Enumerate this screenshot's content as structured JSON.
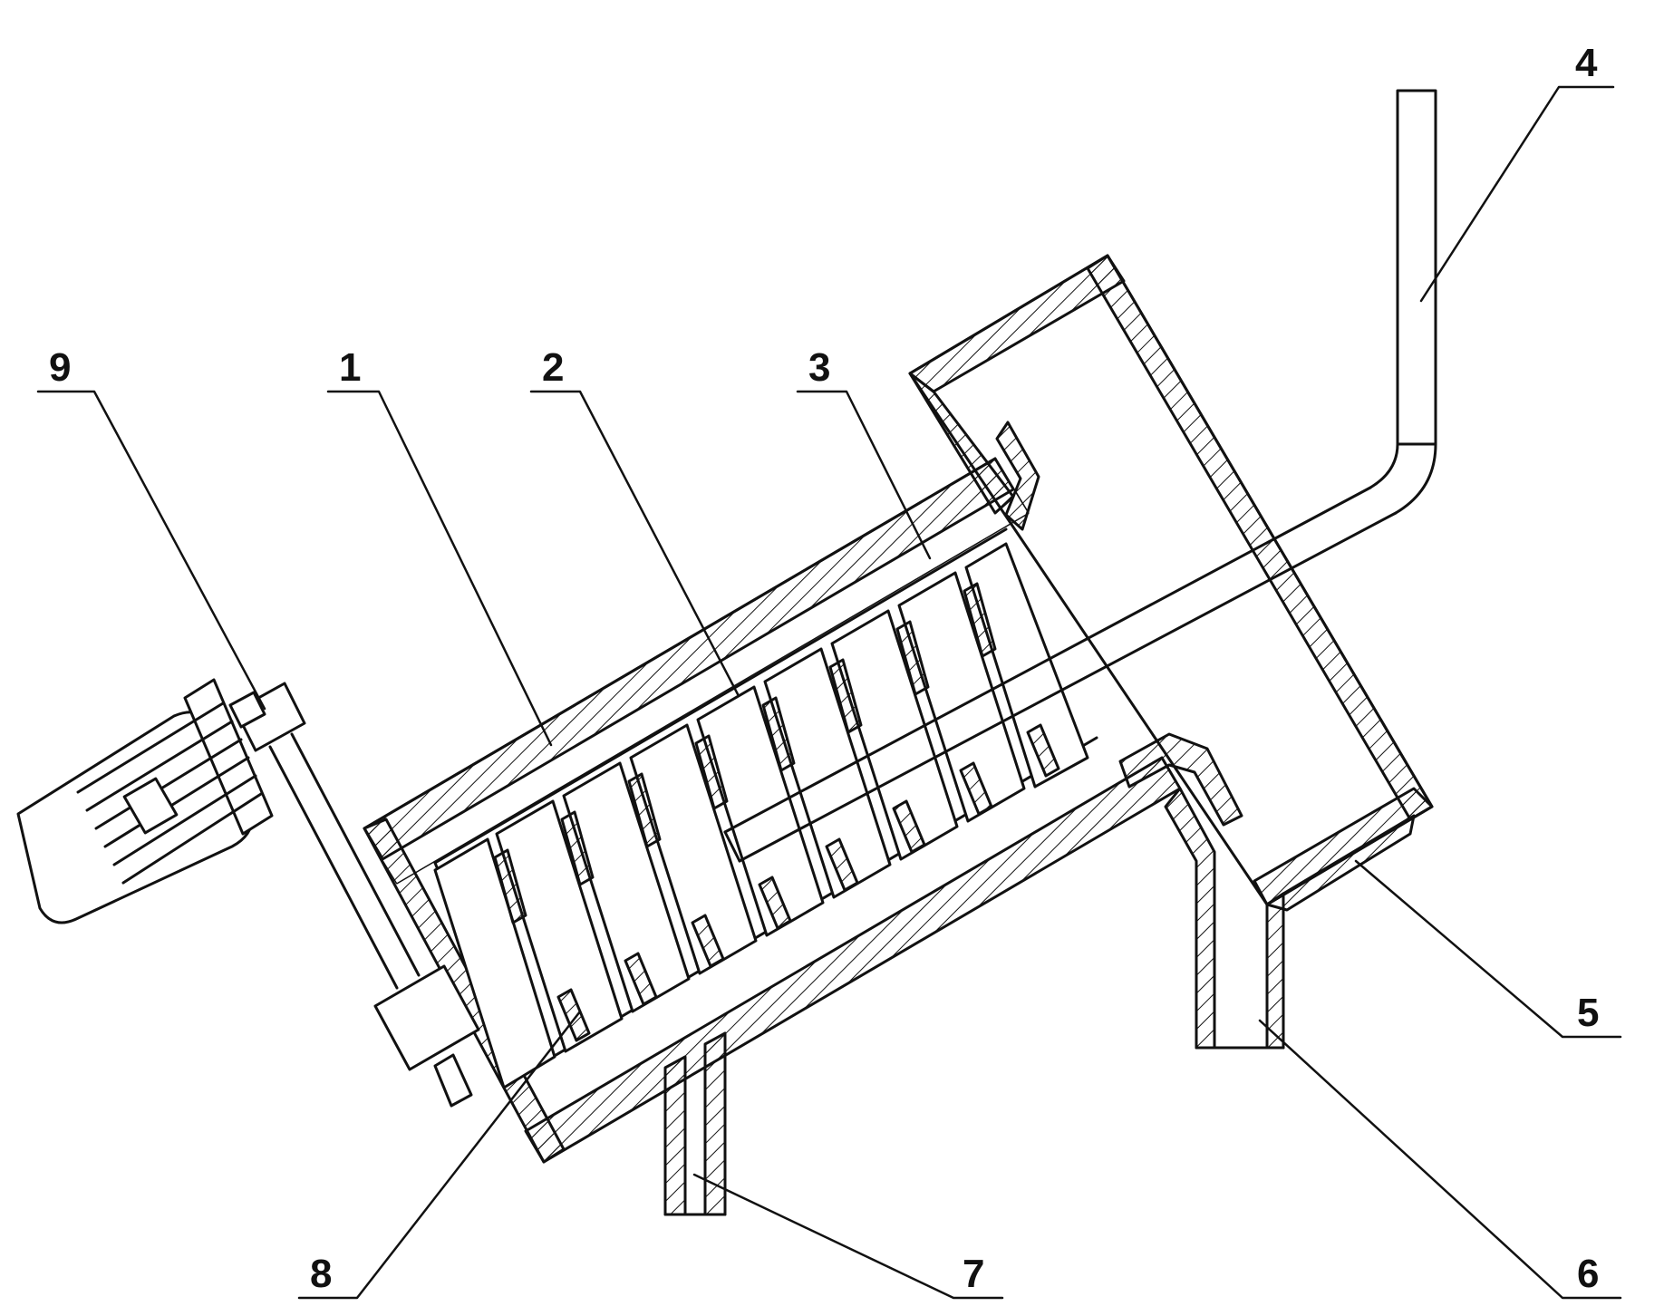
{
  "figure": {
    "labels": [
      {
        "id": "1",
        "text": "1"
      },
      {
        "id": "2",
        "text": "2"
      },
      {
        "id": "3",
        "text": "3"
      },
      {
        "id": "4",
        "text": "4"
      },
      {
        "id": "5",
        "text": "5"
      },
      {
        "id": "6",
        "text": "6"
      },
      {
        "id": "7",
        "text": "7"
      },
      {
        "id": "8",
        "text": "8"
      },
      {
        "id": "9",
        "text": "9"
      }
    ],
    "colors": {
      "ink": "#111111",
      "background": "#ffffff"
    }
  }
}
